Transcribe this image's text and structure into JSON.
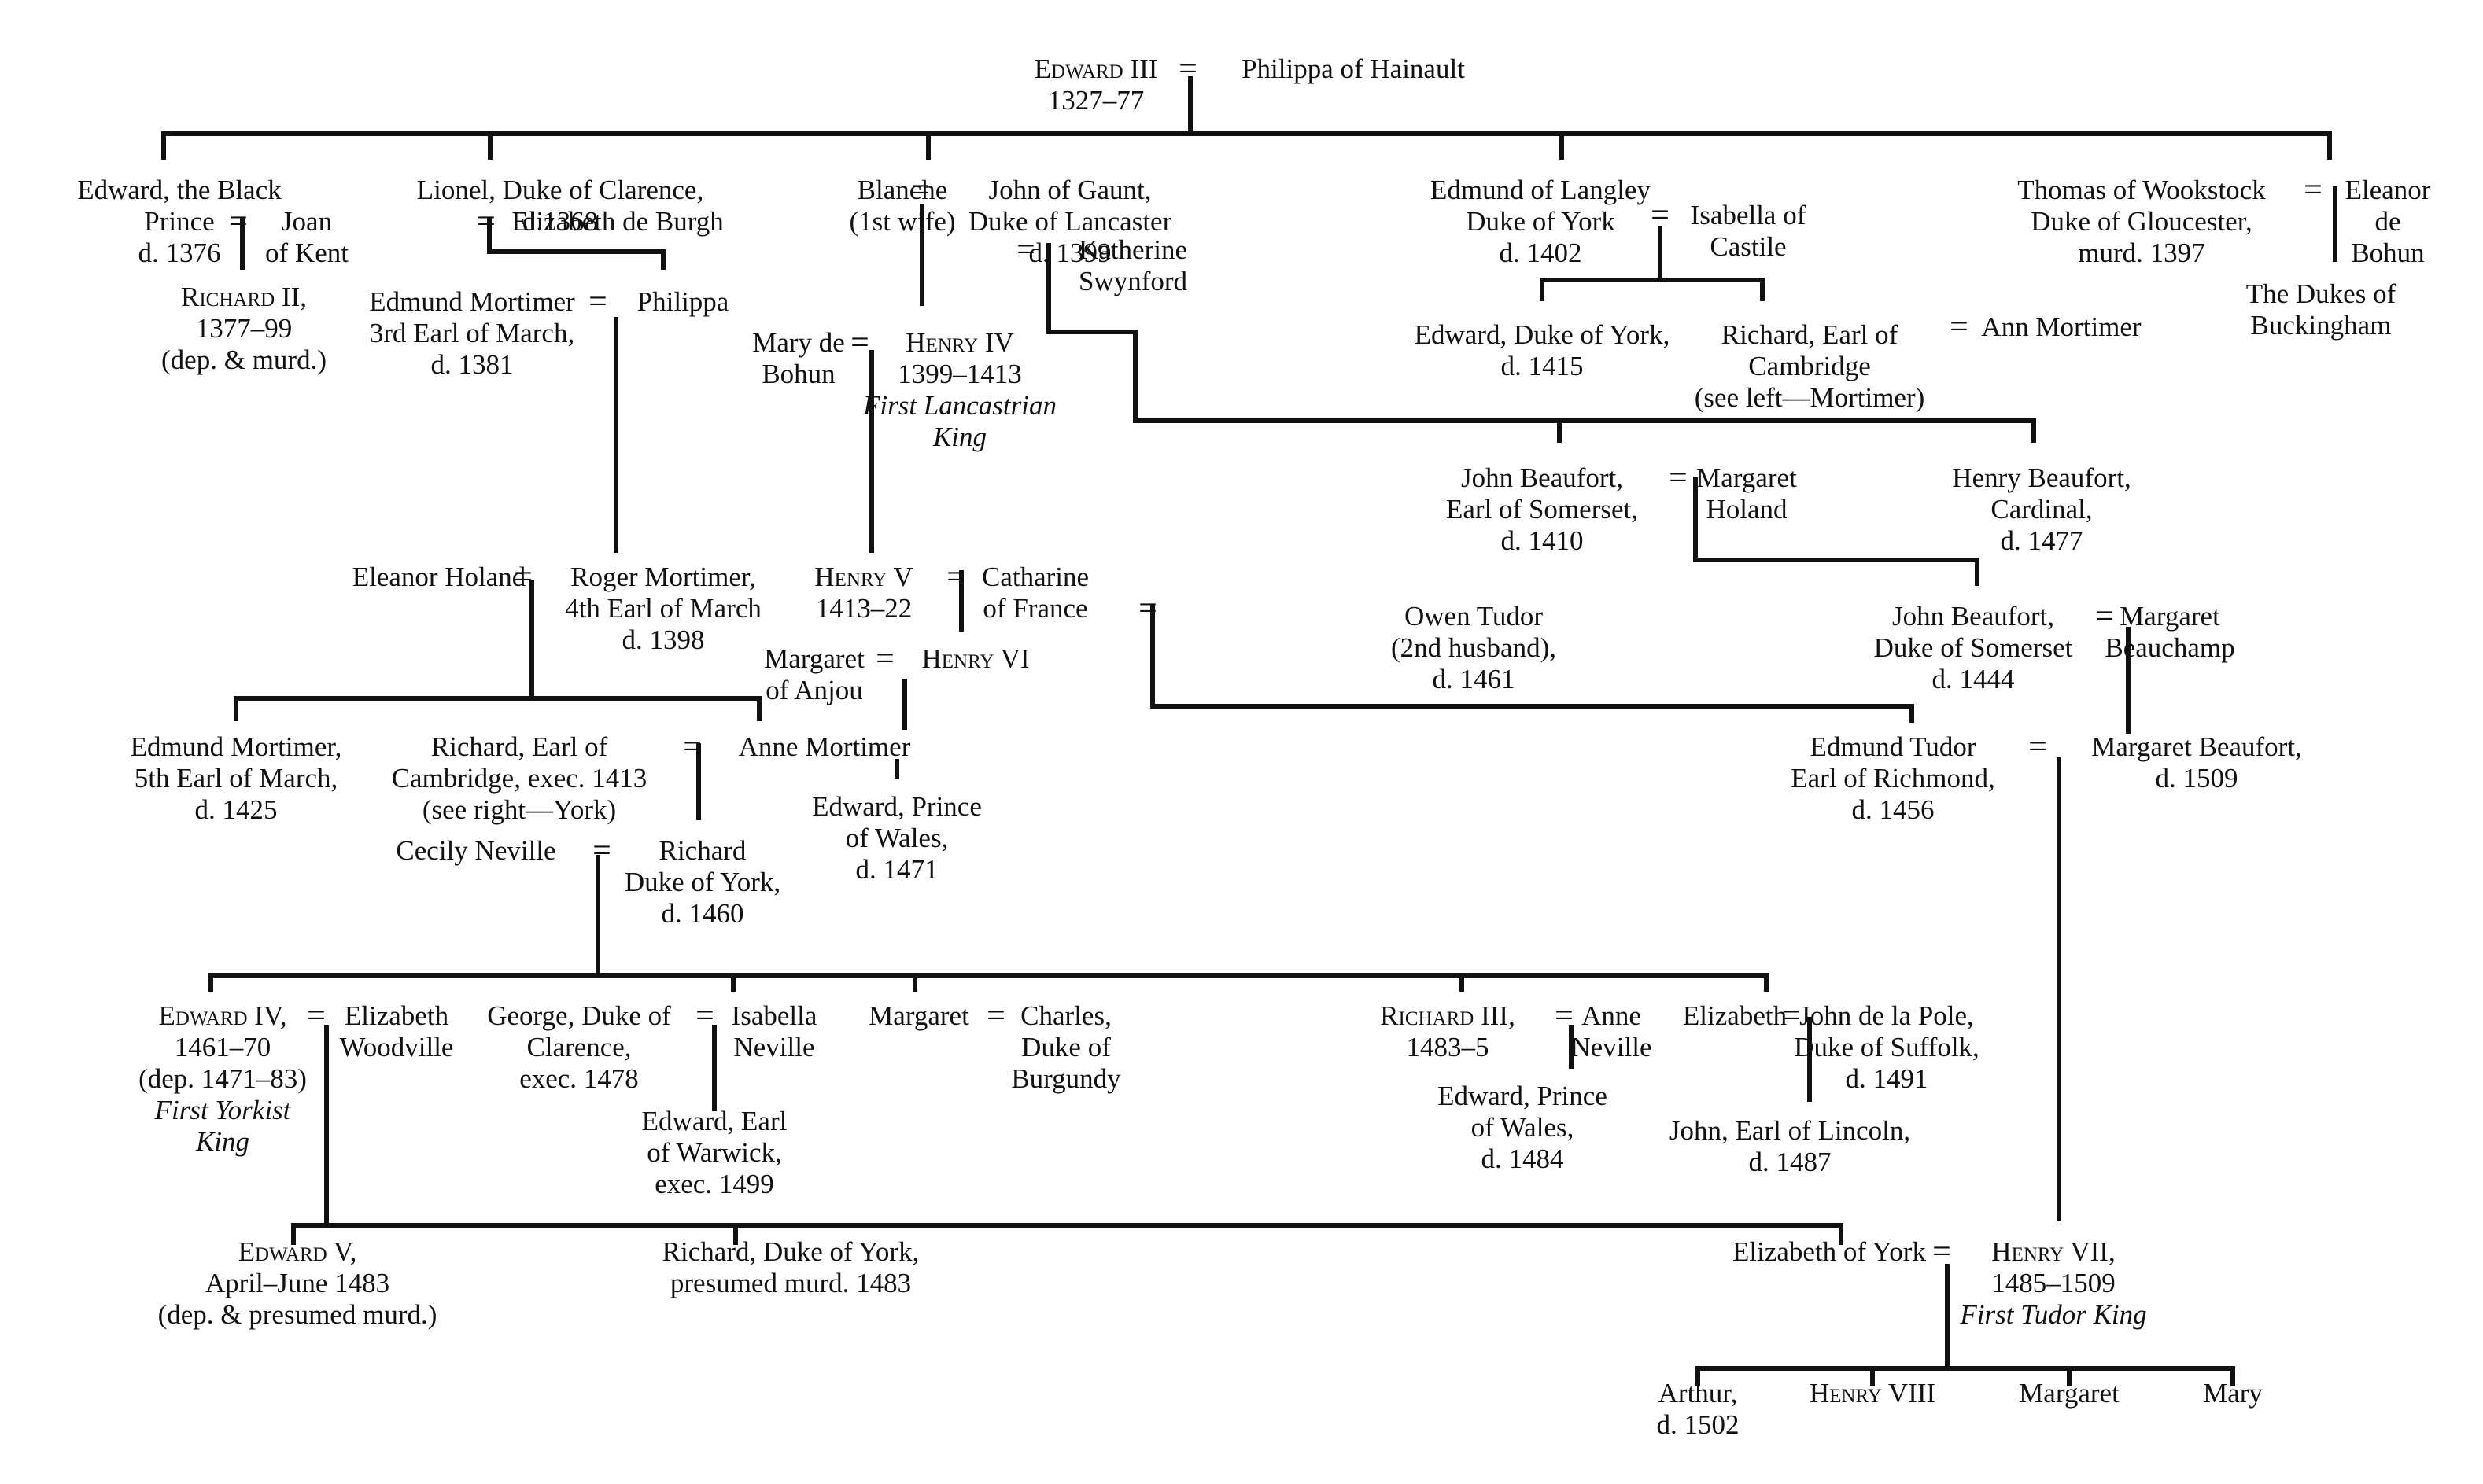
{
  "people": [
    {
      "id": "edward3",
      "lines": [
        {
          "t": "Edward III",
          "sc": true
        },
        {
          "t": "1327–77"
        }
      ]
    },
    {
      "id": "philippa_h",
      "lines": [
        {
          "t": "Philippa of Hainault"
        }
      ]
    },
    {
      "id": "black_prince",
      "lines": [
        {
          "t": "Edward, the Black"
        },
        {
          "t": "Prince"
        },
        {
          "t": "d. 1376"
        }
      ]
    },
    {
      "id": "joan",
      "lines": [
        {
          "t": "Joan"
        },
        {
          "t": "of Kent"
        }
      ]
    },
    {
      "id": "richard2",
      "lines": [
        {
          "t": "Richard II,",
          "sc": true
        },
        {
          "t": "1377–99"
        },
        {
          "t": "(dep. & murd.)"
        }
      ]
    },
    {
      "id": "lionel",
      "lines": [
        {
          "t": "Lionel, Duke of Clarence,"
        },
        {
          "t": "d.1368"
        }
      ]
    },
    {
      "id": "eliz_burgh",
      "lines": [
        {
          "t": "Elizabeth de Burgh"
        }
      ]
    },
    {
      "id": "edm_mort3",
      "lines": [
        {
          "t": "Edmund Mortimer"
        },
        {
          "t": "3rd Earl of March,"
        },
        {
          "t": "d. 1381"
        }
      ]
    },
    {
      "id": "philippa",
      "lines": [
        {
          "t": "Philippa"
        }
      ]
    },
    {
      "id": "blanche",
      "lines": [
        {
          "t": "Blanche"
        },
        {
          "t": "(1st wife)"
        }
      ]
    },
    {
      "id": "gaunt",
      "lines": [
        {
          "t": "John of Gaunt,"
        },
        {
          "t": "Duke of Lancaster"
        },
        {
          "t": "d. 1399"
        }
      ]
    },
    {
      "id": "katherine",
      "lines": [
        {
          "t": "Katherine"
        },
        {
          "t": "Swynford"
        }
      ]
    },
    {
      "id": "mary_bohun",
      "lines": [
        {
          "t": "Mary de"
        },
        {
          "t": "Bohun"
        }
      ]
    },
    {
      "id": "henry4",
      "lines": [
        {
          "t": "Henry IV",
          "sc": true
        },
        {
          "t": "1399–1413"
        },
        {
          "t": "First Lancastrian",
          "it": true
        },
        {
          "t": "King",
          "it": true
        }
      ]
    },
    {
      "id": "edm_langley",
      "lines": [
        {
          "t": "Edmund of Langley"
        },
        {
          "t": "Duke of York"
        },
        {
          "t": "d. 1402"
        }
      ]
    },
    {
      "id": "isabella_c",
      "lines": [
        {
          "t": "Isabella of"
        },
        {
          "t": "Castile"
        }
      ]
    },
    {
      "id": "edw_york",
      "lines": [
        {
          "t": "Edward, Duke of York,"
        },
        {
          "t": "d. 1415"
        }
      ]
    },
    {
      "id": "rich_cam_r",
      "lines": [
        {
          "t": "Richard, Earl of"
        },
        {
          "t": "Cambridge"
        },
        {
          "t": "(see left—Mortimer)"
        }
      ]
    },
    {
      "id": "ann_mort_r",
      "lines": [
        {
          "t": "Ann Mortimer"
        }
      ]
    },
    {
      "id": "thomas",
      "lines": [
        {
          "t": "Thomas of Wookstock"
        },
        {
          "t": "Duke of Gloucester,"
        },
        {
          "t": "murd. 1397"
        }
      ]
    },
    {
      "id": "eleanor_b",
      "lines": [
        {
          "t": "Eleanor"
        },
        {
          "t": "de"
        },
        {
          "t": "Bohun"
        }
      ]
    },
    {
      "id": "buckingham",
      "lines": [
        {
          "t": "The Dukes of"
        },
        {
          "t": "Buckingham"
        }
      ]
    },
    {
      "id": "jbeaufort1",
      "lines": [
        {
          "t": "John Beaufort,"
        },
        {
          "t": "Earl of Somerset,"
        },
        {
          "t": "d. 1410"
        }
      ]
    },
    {
      "id": "m_holand",
      "lines": [
        {
          "t": "Margaret"
        },
        {
          "t": "Holand"
        }
      ]
    },
    {
      "id": "hbeaufort",
      "lines": [
        {
          "t": "Henry Beaufort,"
        },
        {
          "t": "Cardinal,"
        },
        {
          "t": "d. 1477"
        }
      ]
    },
    {
      "id": "el_holand",
      "lines": [
        {
          "t": "Eleanor Holand"
        }
      ]
    },
    {
      "id": "roger",
      "lines": [
        {
          "t": "Roger Mortimer,"
        },
        {
          "t": "4th Earl of March"
        },
        {
          "t": "d. 1398"
        }
      ]
    },
    {
      "id": "henry5",
      "lines": [
        {
          "t": "Henry V",
          "sc": true
        },
        {
          "t": "1413–22"
        }
      ]
    },
    {
      "id": "catharine",
      "lines": [
        {
          "t": "Catharine"
        },
        {
          "t": "of France"
        }
      ]
    },
    {
      "id": "owen",
      "lines": [
        {
          "t": "Owen Tudor"
        },
        {
          "t": "(2nd husband),"
        },
        {
          "t": "d. 1461"
        }
      ]
    },
    {
      "id": "jbeaufort2",
      "lines": [
        {
          "t": "John Beaufort,"
        },
        {
          "t": "Duke of Somerset"
        },
        {
          "t": "d. 1444"
        }
      ]
    },
    {
      "id": "m_beauchamp",
      "lines": [
        {
          "t": "Margaret"
        },
        {
          "t": "Beauchamp"
        }
      ]
    },
    {
      "id": "marg_anjou",
      "lines": [
        {
          "t": "Margaret"
        },
        {
          "t": "of Anjou"
        }
      ]
    },
    {
      "id": "henry6",
      "lines": [
        {
          "t": "Henry VI",
          "sc": true
        }
      ]
    },
    {
      "id": "edm_mort5",
      "lines": [
        {
          "t": "Edmund Mortimer,"
        },
        {
          "t": "5th Earl of March,"
        },
        {
          "t": "d. 1425"
        }
      ]
    },
    {
      "id": "rich_cam_l",
      "lines": [
        {
          "t": "Richard, Earl of"
        },
        {
          "t": "Cambridge, exec. 1413"
        },
        {
          "t": "(see right—York)"
        }
      ]
    },
    {
      "id": "anne_mort",
      "lines": [
        {
          "t": "Anne Mortimer"
        }
      ]
    },
    {
      "id": "edw_pw1",
      "lines": [
        {
          "t": "Edward, Prince"
        },
        {
          "t": "of Wales,"
        },
        {
          "t": "d. 1471"
        }
      ]
    },
    {
      "id": "edm_tudor",
      "lines": [
        {
          "t": "Edmund Tudor"
        },
        {
          "t": "Earl of Richmond,"
        },
        {
          "t": "d. 1456"
        }
      ]
    },
    {
      "id": "m_beaufort",
      "lines": [
        {
          "t": "Margaret Beaufort,"
        },
        {
          "t": "d. 1509"
        }
      ]
    },
    {
      "id": "cecily",
      "lines": [
        {
          "t": "Cecily Neville"
        }
      ]
    },
    {
      "id": "rich_york",
      "lines": [
        {
          "t": "Richard"
        },
        {
          "t": "Duke of York,"
        },
        {
          "t": "d. 1460"
        }
      ]
    },
    {
      "id": "edward4",
      "lines": [
        {
          "t": "Edward IV,",
          "sc": true
        },
        {
          "t": "1461–70"
        },
        {
          "t": "(dep. 1471–83)"
        },
        {
          "t": "First Yorkist",
          "it": true
        },
        {
          "t": "King",
          "it": true
        }
      ]
    },
    {
      "id": "eliz_wood",
      "lines": [
        {
          "t": "Elizabeth"
        },
        {
          "t": "Woodville"
        }
      ]
    },
    {
      "id": "george",
      "lines": [
        {
          "t": "George, Duke of"
        },
        {
          "t": "Clarence,"
        },
        {
          "t": "exec. 1478"
        }
      ]
    },
    {
      "id": "isabella_n",
      "lines": [
        {
          "t": "Isabella"
        },
        {
          "t": "Neville"
        }
      ]
    },
    {
      "id": "edw_warwick",
      "lines": [
        {
          "t": "Edward, Earl"
        },
        {
          "t": "of Warwick,"
        },
        {
          "t": "exec. 1499"
        }
      ]
    },
    {
      "id": "margaret_y",
      "lines": [
        {
          "t": "Margaret"
        }
      ]
    },
    {
      "id": "charles",
      "lines": [
        {
          "t": "Charles,"
        },
        {
          "t": "Duke of"
        },
        {
          "t": "Burgundy"
        }
      ]
    },
    {
      "id": "richard3",
      "lines": [
        {
          "t": "Richard III,",
          "sc": true
        },
        {
          "t": "1483–5"
        }
      ]
    },
    {
      "id": "anne_n",
      "lines": [
        {
          "t": "Anne"
        },
        {
          "t": "Neville"
        }
      ]
    },
    {
      "id": "edw_pw2",
      "lines": [
        {
          "t": "Edward, Prince"
        },
        {
          "t": "of Wales,"
        },
        {
          "t": "d. 1484"
        }
      ]
    },
    {
      "id": "elizabeth_y",
      "lines": [
        {
          "t": "Elizabeth"
        }
      ]
    },
    {
      "id": "depole",
      "lines": [
        {
          "t": "John de la Pole,"
        },
        {
          "t": "Duke of Suffolk,"
        },
        {
          "t": "d. 1491"
        }
      ]
    },
    {
      "id": "lincoln",
      "lines": [
        {
          "t": "John, Earl of Lincoln,"
        },
        {
          "t": "d. 1487"
        }
      ]
    },
    {
      "id": "edward5",
      "lines": [
        {
          "t": "Edward V,",
          "sc": true
        },
        {
          "t": "April–June 1483"
        },
        {
          "t": "(dep. & presumed murd.)"
        }
      ]
    },
    {
      "id": "rich_york2",
      "lines": [
        {
          "t": "Richard, Duke of York,"
        },
        {
          "t": "presumed murd. 1483"
        }
      ]
    },
    {
      "id": "eliz_york",
      "lines": [
        {
          "t": "Elizabeth of York"
        }
      ]
    },
    {
      "id": "henry7",
      "lines": [
        {
          "t": "Henry VII,",
          "sc": true
        },
        {
          "t": "1485–1509"
        },
        {
          "t": "First Tudor King",
          "it": true
        }
      ]
    },
    {
      "id": "arthur",
      "lines": [
        {
          "t": "Arthur,"
        },
        {
          "t": "d. 1502"
        }
      ]
    },
    {
      "id": "henry8",
      "lines": [
        {
          "t": "Henry VIII",
          "sc": true
        }
      ]
    },
    {
      "id": "margaret_t",
      "lines": [
        {
          "t": "Margaret"
        }
      ]
    },
    {
      "id": "mary_t",
      "lines": [
        {
          "t": "Mary"
        }
      ]
    }
  ],
  "marriage_symbol": "="
}
